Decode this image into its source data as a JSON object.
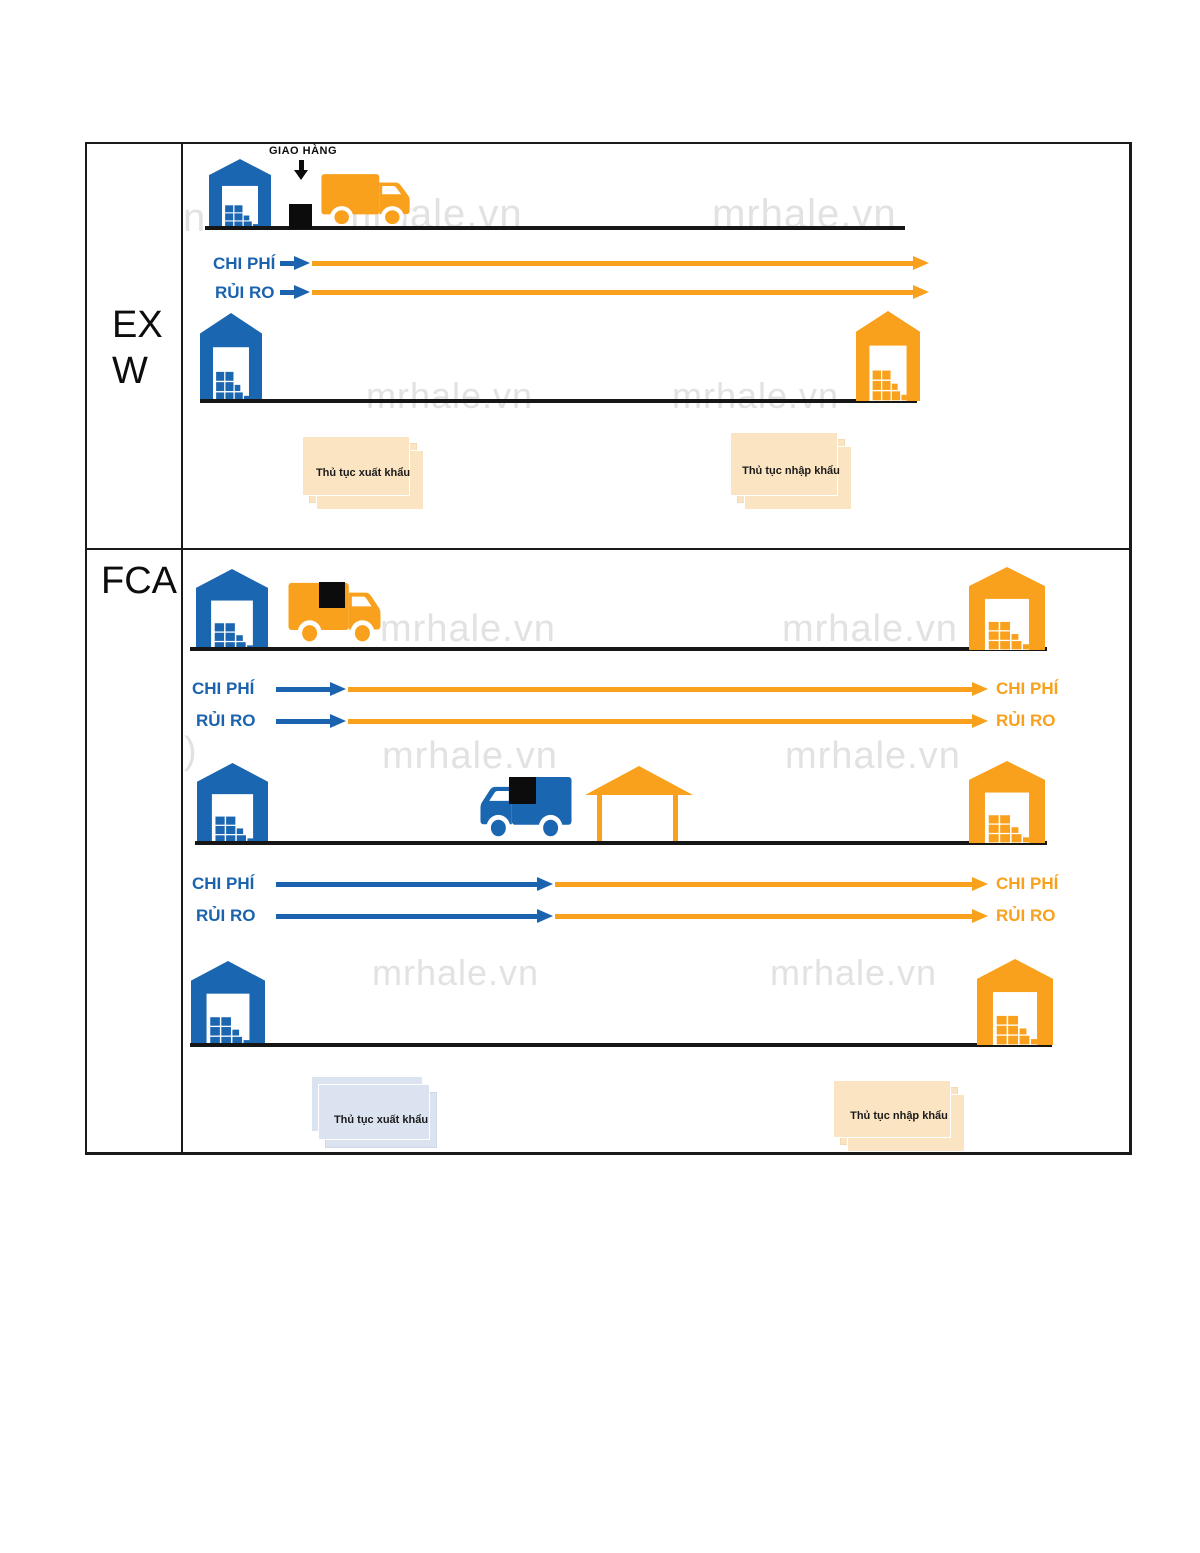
{
  "rows": [
    {
      "label": "EXW"
    },
    {
      "label": "FCA"
    }
  ],
  "labels": {
    "delivery": "GIAO HÀNG",
    "cost": "CHI PHÍ",
    "risk": "RỦI RO",
    "export_procedure": "Thủ tục xuất khẩu",
    "import_procedure": "Thủ tục nhập khẩu"
  },
  "watermark": {
    "text": "mrhale.vn",
    "fragment_n": "n",
    "fragment_paren": ")"
  },
  "colors": {
    "seller_blue": "#1b66b0",
    "buyer_orange": "#f9a11d",
    "peach_card": "#fbe4c2",
    "gray_card": "#dbe2f0",
    "ground_black": "#161616",
    "watermark_gray": "#e2e2e2"
  }
}
